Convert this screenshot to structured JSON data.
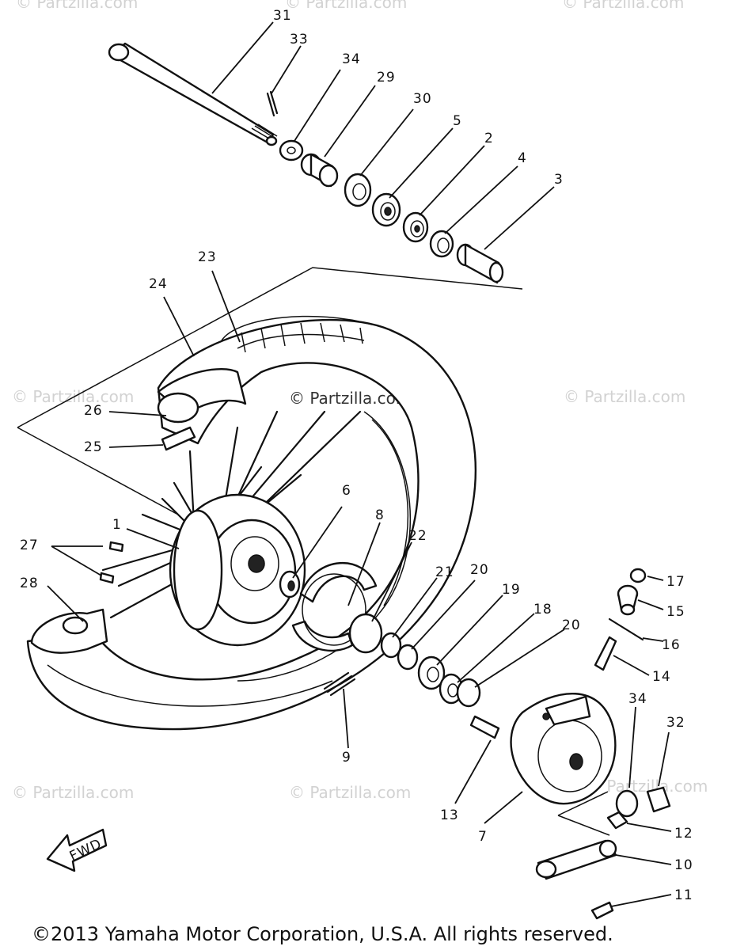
{
  "watermarks": {
    "top_left": "© Partzilla.com",
    "top_center": "© Partzilla.com",
    "top_right": "© Partzilla.com",
    "mid_left": "© Partzilla.com",
    "mid_center": "© Partzilla.com",
    "mid_right": "© Partzilla.com",
    "bot_left": "© Partzilla.com",
    "bot_center": "© Partzilla.com",
    "bot_right": "© Partzilla.com"
  },
  "fwd_label": "FWD",
  "callouts": {
    "c1": "1",
    "c2": "2",
    "c3": "3",
    "c4": "4",
    "c5": "5",
    "c6": "6",
    "c7": "7",
    "c8": "8",
    "c9": "9",
    "c10": "10",
    "c11": "11",
    "c12": "12",
    "c13": "13",
    "c14": "14",
    "c15": "15",
    "c16": "16",
    "c17": "17",
    "c18": "18",
    "c19": "19",
    "c20a": "20",
    "c20b": "20",
    "c21": "21",
    "c22": "22",
    "c23": "23",
    "c24": "24",
    "c25": "25",
    "c26": "26",
    "c27": "27",
    "c28": "28",
    "c29": "29",
    "c30": "30",
    "c31": "31",
    "c32": "32",
    "c33": "33",
    "c34a": "34",
    "c34b": "34"
  },
  "copyright": "©2013 Yamaha Motor Corporation, U.S.A. All rights reserved."
}
